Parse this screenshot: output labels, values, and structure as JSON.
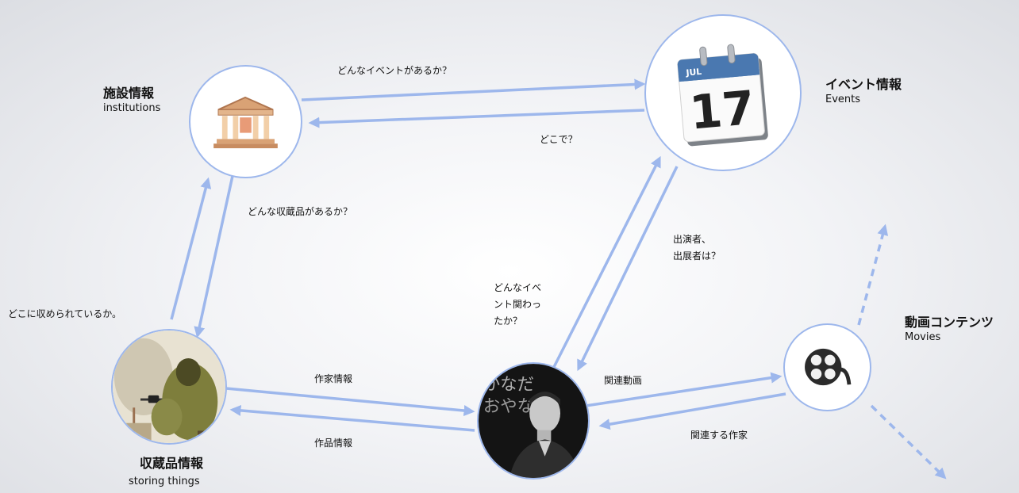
{
  "nodes": {
    "institutions": {
      "title": "施設情報",
      "subtitle": "institutions"
    },
    "events": {
      "title": "イベント情報",
      "subtitle": "Events",
      "calendar_month": "JUL",
      "calendar_day": "17"
    },
    "collections": {
      "title": "収蔵品情報",
      "subtitle": "storing things"
    },
    "artist": {
      "glyphs": "かなだ\nおやな"
    },
    "movies": {
      "title": "動画コンテンツ",
      "subtitle": "Movies"
    }
  },
  "edges": {
    "institutions_to_events": "どんなイベントがあるか？",
    "events_to_institutions": "どこで？",
    "institutions_to_collections": "どんな収蔵品があるか？",
    "collections_to_institutions": "どこに収められているか。",
    "collections_to_artist": "作家情報",
    "artist_to_collections": "作品情報",
    "artist_to_events": "どんなイベ\nント関わっ\nたか？",
    "events_to_artist": "出演者、\n出展者は？",
    "artist_to_movies": "関連動画",
    "movies_to_artist": "関連する作家"
  },
  "colors": {
    "arrow": "#9db7ec",
    "node_border": "#9db7ec"
  }
}
